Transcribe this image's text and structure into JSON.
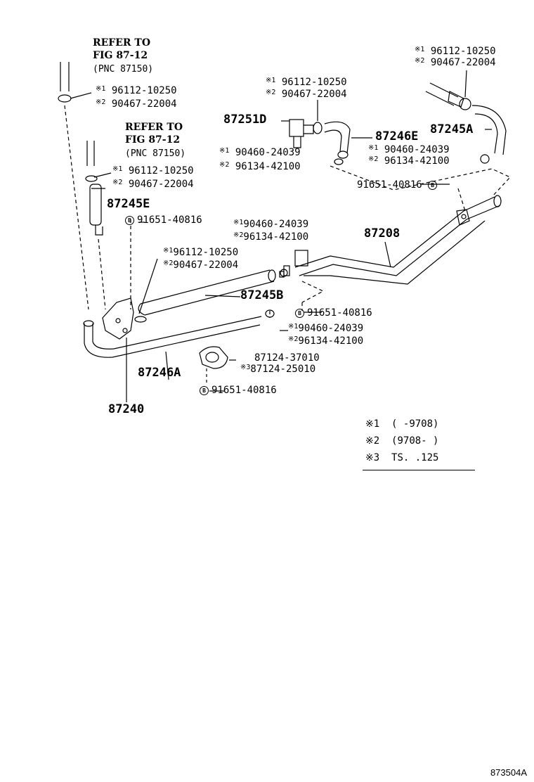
{
  "refer_top": {
    "line1": "REFER TO",
    "line2": "FIG 87-12",
    "line3": "(PNC 87150)"
  },
  "refer_mid": {
    "line1": "REFER TO",
    "line2": "FIG 87-12",
    "line3": "(PNC 87150)"
  },
  "parts": {
    "p87251D": "87251D",
    "p87246E": "87246E",
    "p87245A": "87245A",
    "p87245E": "87245E",
    "p87208": "87208",
    "p87245B": "87245B",
    "p87246A": "87246A",
    "p87240": "87240"
  },
  "callouts": {
    "c1a": "96112-10250",
    "c1b": "90467-22004",
    "c2a": "96112-10250",
    "c2b": "90467-22004",
    "c3a": "96112-10250",
    "c3b": "90467-22004",
    "c4a": "90460-24039",
    "c4b": "96134-42100",
    "c5a": "96112-10250",
    "c5b": "90467-22004",
    "c6a": "90460-24039",
    "c6b": "96134-42100",
    "c7a": "96112-10250",
    "c7b": "90467-22004",
    "c8a": "90460-24039",
    "c8b": "96134-42100",
    "c9a": "90460-24039",
    "c9b": "96134-42100",
    "c10a": "87124-37010",
    "c10b": "87124-25010"
  },
  "bolts": {
    "b1": "91651-40816",
    "b2": "91651-40816",
    "b3": "91651-40816",
    "b4": "91651-40816"
  },
  "marks": {
    "m1": "※1",
    "m2": "※2",
    "m3": "※3",
    "bolt": "B"
  },
  "notes": {
    "n1_mark": "※1",
    "n1_text": "(      -9708)",
    "n2_mark": "※2",
    "n2_text": "(9708-      )",
    "n3_mark": "※3",
    "n3_text": "TS. .125"
  },
  "figure_id": "873504A"
}
